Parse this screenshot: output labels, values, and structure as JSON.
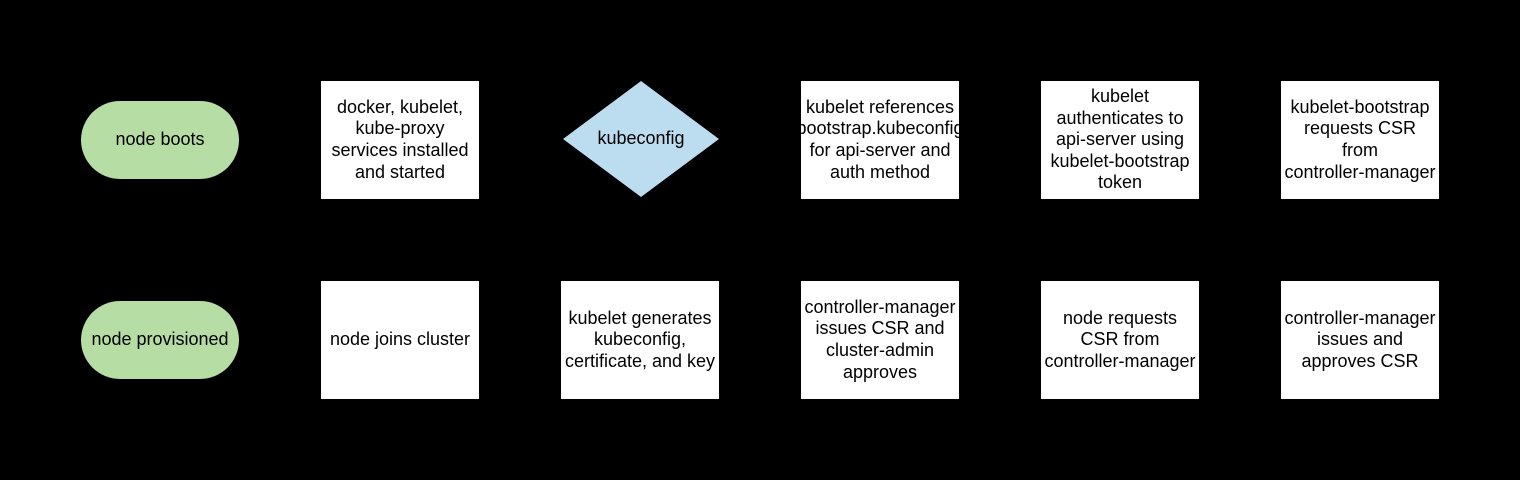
{
  "colors": {
    "background": "#000000",
    "terminator_fill": "#b6dda4",
    "decision_fill": "#bcdcf0",
    "process_fill": "#ffffff",
    "text": "#000000"
  },
  "nodes": {
    "node_boots": {
      "type": "terminator",
      "label": "node boots"
    },
    "services_installed": {
      "type": "process",
      "label": "docker, kubelet,\nkube-proxy\nservices installed\nand started"
    },
    "kubeconfig_decision": {
      "type": "decision",
      "label": "kubeconfig"
    },
    "kubelet_references": {
      "type": "process",
      "label": "kubelet references\nbootstrap.kubeconfig\nfor api-server and\nauth method"
    },
    "kubelet_authenticates": {
      "type": "process",
      "label": "kubelet\nauthenticates to\napi-server using\nkubelet-bootstrap\ntoken"
    },
    "bootstrap_requests_csr": {
      "type": "process",
      "label": "kubelet-bootstrap\nrequests CSR\nfrom\ncontroller-manager"
    },
    "node_provisioned": {
      "type": "terminator",
      "label": "node provisioned"
    },
    "node_joins_cluster": {
      "type": "process",
      "label": "node joins cluster"
    },
    "kubelet_generates": {
      "type": "process",
      "label": "kubelet generates\nkubeconfig,\ncertificate, and key"
    },
    "cm_issues_csr_admin_approves": {
      "type": "process",
      "label": "controller-manager\nissues CSR and\ncluster-admin\napproves"
    },
    "node_requests_csr": {
      "type": "process",
      "label": "node requests\nCSR from\ncontroller-manager"
    },
    "cm_issues_and_approves": {
      "type": "process",
      "label": "controller-manager\nissues and\napproves CSR"
    }
  }
}
